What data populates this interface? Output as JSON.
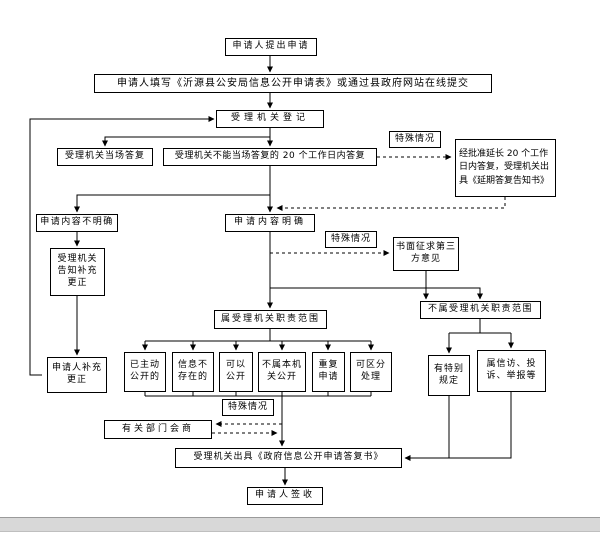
{
  "colors": {
    "page_bg": "#ffffff",
    "box_bg": "#ffffff",
    "box_border": "#000000",
    "line_color": "#000000",
    "bottom_bar": "#d8d8d8"
  },
  "flowchart": {
    "nodes": {
      "submit": "申请人提出申请",
      "fill_form": "申请人填写《沂源县公安局信息公开申请表》或通过县政府网站在线提交",
      "register": "受理机关登记",
      "onspot_reply": "受理机关当场答复",
      "reply_20days": "受理机关不能当场答复的 20 个工作日内答复",
      "special_case_1": "特殊情况",
      "extend_20days": "经批准延长 20 个工作日内答复，受理机关出具《延期答复告知书》",
      "content_unclear": "申请内容不明确",
      "content_clear": "申请内容明确",
      "special_case_2": "特殊情况",
      "third_party": "书面征求第三方意见",
      "notify_supplement": "受理机关告知补充更正",
      "in_scope": "属受理机关职责范围",
      "out_of_scope": "不属受理机关职责范围",
      "applicant_supplement": "申请人补充更正",
      "already_public": "已主动公开的",
      "info_not_exist": "信息不存在的",
      "can_disclose": "可以公开",
      "not_this_org": "不属本机关公开",
      "repeated_request": "重复申请",
      "separable": "可区分处理",
      "special_provision": "有特别规定",
      "petition": "属信访、投诉、举报等",
      "special_case_3": "特殊情况",
      "dept_consult": "有关部门会商",
      "reply_document": "受理机关出具《政府信息公开申请答复书》",
      "sign_receipt": "申请人签收"
    },
    "edges": [
      {
        "from": "submit",
        "to": "fill_form",
        "style": "solid"
      },
      {
        "from": "fill_form",
        "to": "register",
        "style": "solid"
      },
      {
        "from": "register",
        "to": "onspot_reply",
        "style": "solid"
      },
      {
        "from": "register",
        "to": "reply_20days",
        "style": "solid"
      },
      {
        "from": "reply_20days",
        "to": "extend_20days",
        "style": "dashed",
        "label": "特殊情况"
      },
      {
        "from": "extend_20days",
        "to": "content_clear",
        "style": "dashed"
      },
      {
        "from": "reply_20days",
        "to": "content_unclear",
        "style": "solid"
      },
      {
        "from": "reply_20days",
        "to": "content_clear",
        "style": "solid"
      },
      {
        "from": "content_unclear",
        "to": "notify_supplement",
        "style": "solid"
      },
      {
        "from": "notify_supplement",
        "to": "applicant_supplement",
        "style": "solid"
      },
      {
        "from": "applicant_supplement",
        "to": "register",
        "style": "solid"
      },
      {
        "from": "content_clear",
        "to": "third_party",
        "style": "dashed",
        "label": "特殊情况"
      },
      {
        "from": "third_party",
        "to": "out_of_scope",
        "style": "solid"
      },
      {
        "from": "content_clear",
        "to": "in_scope",
        "style": "solid"
      },
      {
        "from": "content_clear",
        "to": "out_of_scope",
        "style": "solid"
      },
      {
        "from": "in_scope",
        "to": "already_public",
        "style": "solid"
      },
      {
        "from": "in_scope",
        "to": "info_not_exist",
        "style": "solid"
      },
      {
        "from": "in_scope",
        "to": "can_disclose",
        "style": "solid"
      },
      {
        "from": "in_scope",
        "to": "not_this_org",
        "style": "solid"
      },
      {
        "from": "in_scope",
        "to": "repeated_request",
        "style": "solid"
      },
      {
        "from": "in_scope",
        "to": "separable",
        "style": "solid"
      },
      {
        "from": "out_of_scope",
        "to": "special_provision",
        "style": "solid"
      },
      {
        "from": "out_of_scope",
        "to": "petition",
        "style": "solid"
      },
      {
        "from": "not_this_org",
        "to": "dept_consult",
        "style": "dashed",
        "label": "特殊情况"
      },
      {
        "from": "dept_consult",
        "to": "reply_document",
        "style": "dashed"
      },
      {
        "from": "already_public",
        "to": "reply_document",
        "style": "solid"
      },
      {
        "from": "info_not_exist",
        "to": "reply_document",
        "style": "solid"
      },
      {
        "from": "can_disclose",
        "to": "reply_document",
        "style": "solid"
      },
      {
        "from": "not_this_org",
        "to": "reply_document",
        "style": "solid"
      },
      {
        "from": "repeated_request",
        "to": "reply_document",
        "style": "solid"
      },
      {
        "from": "separable",
        "to": "reply_document",
        "style": "solid"
      },
      {
        "from": "special_provision",
        "to": "reply_document",
        "style": "solid"
      },
      {
        "from": "petition",
        "to": "reply_document",
        "style": "solid"
      },
      {
        "from": "reply_document",
        "to": "sign_receipt",
        "style": "solid"
      }
    ]
  }
}
